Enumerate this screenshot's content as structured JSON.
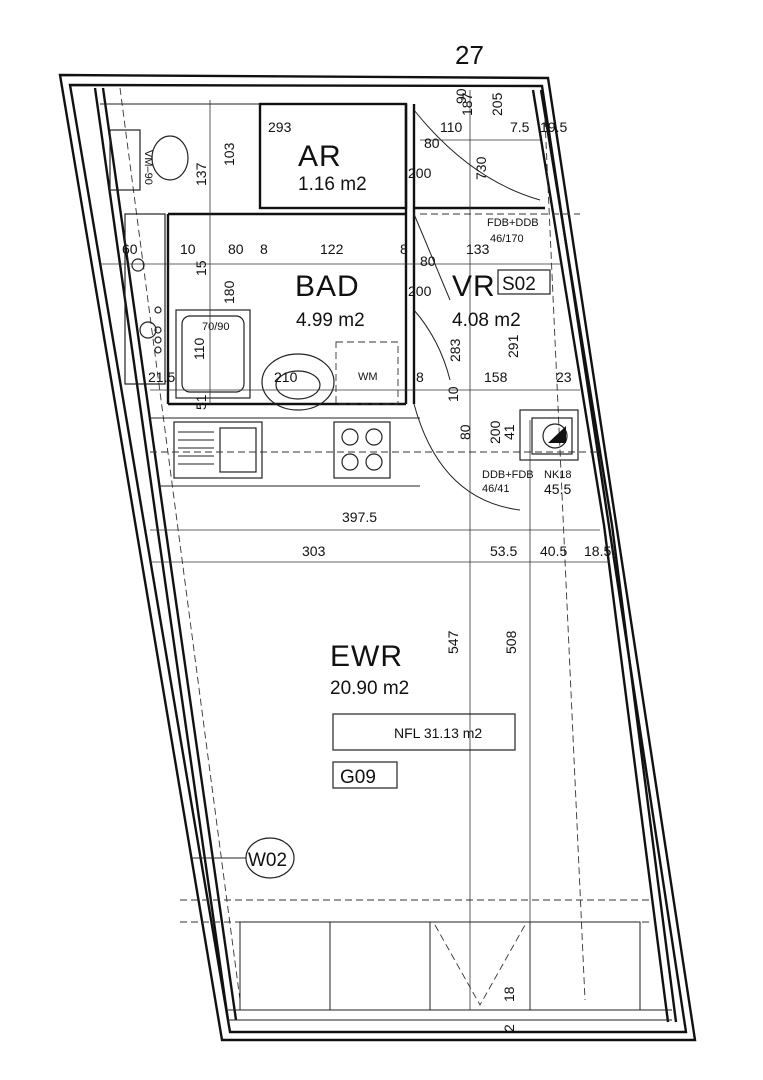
{
  "plan_number": "27",
  "rooms": {
    "ar": {
      "name": "AR",
      "area": "1.16 m2"
    },
    "bad": {
      "name": "BAD",
      "area": "4.99 m2"
    },
    "vr": {
      "name": "VR",
      "area": "4.08 m2",
      "code": "S02"
    },
    "ewr": {
      "name": "EWR",
      "area": "20.90 m2",
      "nfl": "NFL 31.13 m2",
      "code": "G09"
    }
  },
  "tags": {
    "window": "W02",
    "wm": "WM",
    "wc_label": "VM–90",
    "tub": "70/90"
  },
  "shafts": {
    "top": {
      "label": "FDB+DDB",
      "size": "46/170"
    },
    "bottom": {
      "label": "DDB+FDB",
      "size": "46/41",
      "nk": "NK18"
    }
  },
  "dims": {
    "top_187": "187",
    "top_90": "90",
    "top_205": "205",
    "top_110": "110",
    "top_75": "7.5",
    "top_195": "19.5",
    "d293": "293",
    "d80a": "80",
    "d200a": "200",
    "d730": "730",
    "d103": "103",
    "d137": "137",
    "d60": "60",
    "d10": "10",
    "d80b": "80",
    "d8a": "8",
    "d122": "122",
    "d8b": "8",
    "d80c": "80",
    "d133": "133",
    "d15": "15",
    "d180": "180",
    "d200b": "200",
    "d110": "110",
    "d283": "283",
    "d291": "291",
    "d215": "21.5",
    "d210": "210",
    "d8c": "8",
    "d158": "158",
    "d23": "23",
    "d51": "51",
    "d10b": "10",
    "d80d": "80",
    "d200c": "200",
    "d41": "41",
    "d455": "45.5",
    "d3975": "397.5",
    "d303": "303",
    "d535": "53.5",
    "d405": "40.5",
    "d185": "18.5",
    "d547": "547",
    "d508": "508",
    "d18": "18",
    "d2": "2"
  }
}
